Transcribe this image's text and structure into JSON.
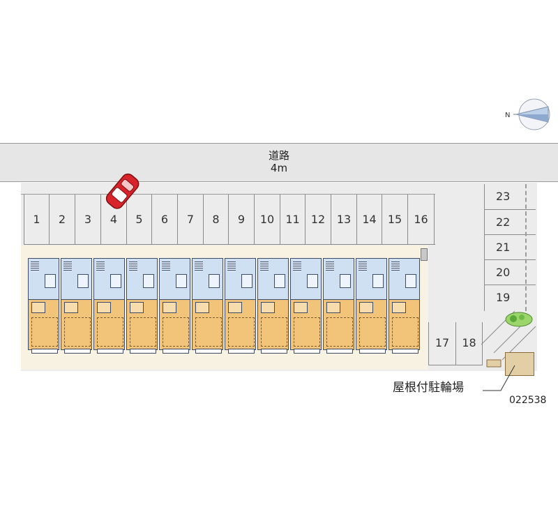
{
  "road": {
    "label": "道路",
    "width": "4m"
  },
  "parking": {
    "top_row": [
      "1",
      "2",
      "3",
      "4",
      "5",
      "6",
      "7",
      "8",
      "9",
      "10",
      "11",
      "12",
      "13",
      "14",
      "15",
      "16"
    ],
    "bottom_row": [
      "17",
      "18"
    ],
    "side_column": [
      "23",
      "22",
      "21",
      "20",
      "19"
    ]
  },
  "facility_label": "屋根付駐輪場",
  "property_code": "022538",
  "icons": {
    "compass": "compass-icon",
    "car": "car-icon",
    "bush": "bush-icon"
  },
  "colors": {
    "road": "#e6e6e6",
    "lot": "#ececec",
    "unit_upper": "#cfe0f3",
    "unit_lower": "#f2c47a",
    "car": "#d8232a"
  }
}
